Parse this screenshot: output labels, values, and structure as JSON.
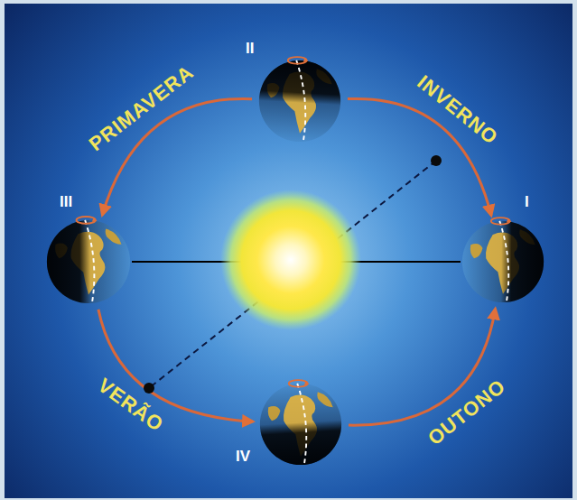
{
  "diagram": {
    "nodes": [
      {
        "text": [
          "II"
        ]
      },
      {
        "text": [
          "III"
        ]
      },
      {
        "text": [
          "I"
        ]
      },
      {
        "text": [
          "IV"
        ]
      }
    ],
    "edges": [
      {
        "from": 0,
        "to": 2,
        "arrow": "to",
        "label": "INVERNO"
      },
      {
        "from": 0,
        "to": 1,
        "arrow": "to",
        "label": "PRIMAVERA"
      },
      {
        "from": 1,
        "to": 3,
        "arrow": "to",
        "label": "VERÃO"
      },
      {
        "from": 3,
        "to": 2,
        "arrow": "to",
        "label": "OUTONO"
      },
      {
        "from": 1,
        "to": 2,
        "arrow": "none"
      }
    ]
  }
}
